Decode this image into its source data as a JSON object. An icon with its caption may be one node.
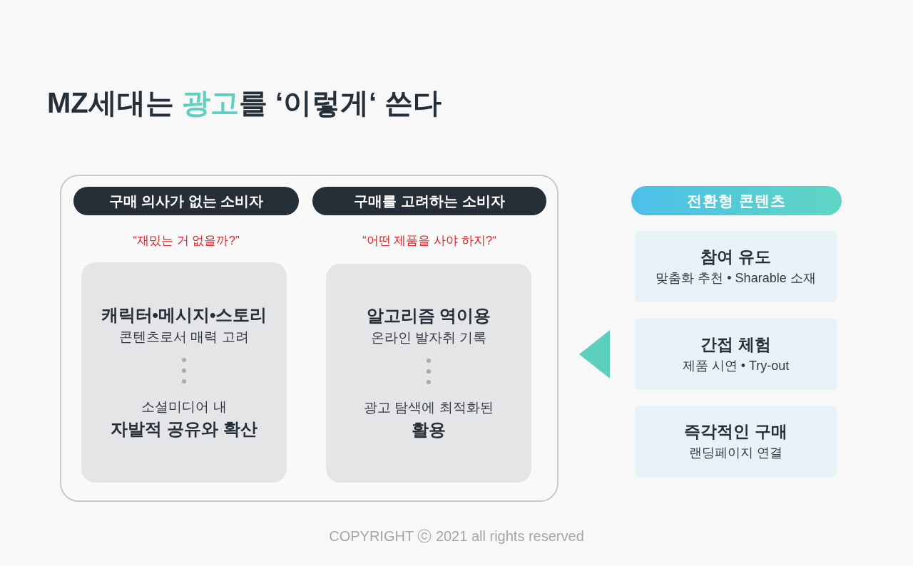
{
  "diagram": {
    "title": "MZ세대는 **광고**를 ‘이렇게‘ 쓴다",
    "nodes": [
      {
        "text": [],
        "shape": "box"
      },
      {
        "text": [
          "구매 의사가 없는 소비자"
        ],
        "beside": [
          "“재밌는 거 없을까?”"
        ],
        "in": 0
      },
      {
        "text": [
          "캐릭터•메시지•스토리",
          "콘텐츠로서 매력 고려",
          "소셜미디어 내",
          "자발적 공유와 확산"
        ],
        "in": 0
      },
      {
        "text": [
          "구매를 고려하는 소비자"
        ],
        "beside": [
          "“어떤 제품을 사야 하지?“"
        ],
        "in": 0
      },
      {
        "text": [
          "알고리즘 역이용",
          "온라인 발자취 기록",
          "광고 탐색에 최적화된",
          "활용"
        ],
        "in": 0
      },
      {
        "text": [
          "전환형 콘텐츠"
        ]
      },
      {
        "text": [
          "참여 유도",
          "맞춤화 추천 • Sharable 소재"
        ]
      },
      {
        "text": [
          "간접 체험",
          "제품 시연 • Try-out"
        ]
      },
      {
        "text": [
          "즉각적인 구매",
          "랜딩페이지 연결"
        ]
      }
    ],
    "edges": [
      {
        "from": 7,
        "to": 0,
        "arrow": "to"
      }
    ],
    "labels": [
      "COPYRIGHT ⓒ 2021 all rights reserved"
    ]
  }
}
